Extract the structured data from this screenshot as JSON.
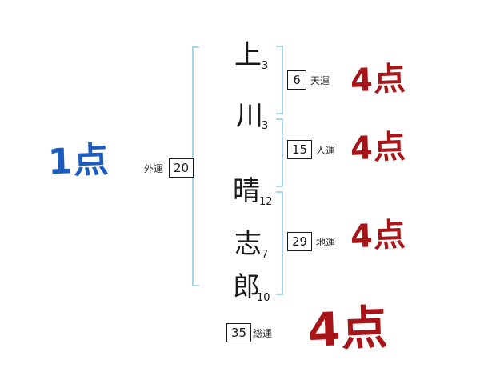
{
  "name": {
    "chars": [
      {
        "char": "上",
        "strokes": "3"
      },
      {
        "char": "川",
        "strokes": "3"
      },
      {
        "char": "晴",
        "strokes": "12"
      },
      {
        "char": "志",
        "strokes": "7"
      },
      {
        "char": "郎",
        "strokes": "10"
      }
    ]
  },
  "fortunes": {
    "heaven": {
      "label": "天運",
      "value": "6",
      "score": "4点"
    },
    "person": {
      "label": "人運",
      "value": "15",
      "score": "4点"
    },
    "earth": {
      "label": "地運",
      "value": "29",
      "score": "4点"
    },
    "outer": {
      "label": "外運",
      "value": "20",
      "score": "1点"
    },
    "total": {
      "label": "総運",
      "value": "35",
      "score": "4点"
    }
  },
  "colors": {
    "score_red": "#a81518",
    "score_blue": "#1d5cbf",
    "bracket_blue": "#a5d6ea"
  }
}
